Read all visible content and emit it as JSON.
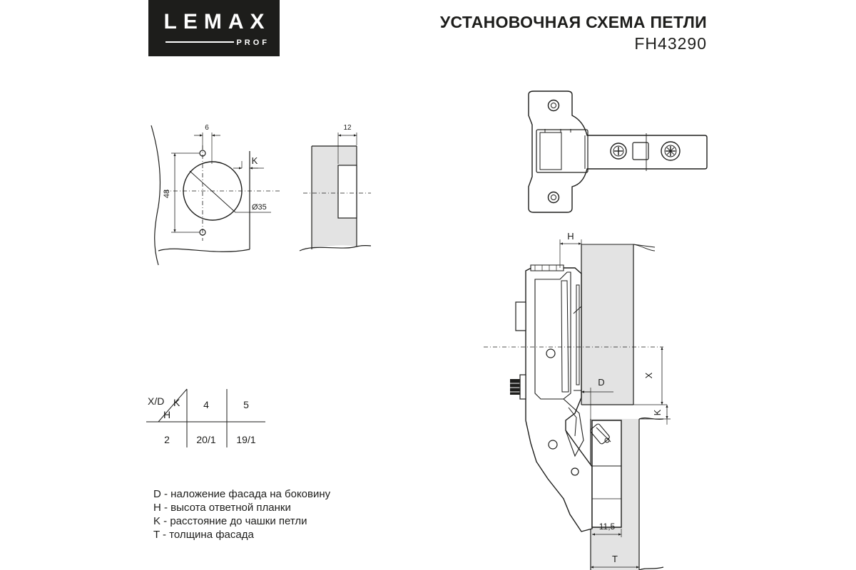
{
  "logo": {
    "main": "LEMAX",
    "sub": "PROF"
  },
  "header": {
    "title": "УСТАНОВОЧНАЯ СХЕМА ПЕТЛИ",
    "model": "FH43290"
  },
  "dimensions": {
    "hole_spacing_label": "6",
    "side_thickness_label": "12",
    "k_top": "K",
    "height_label": "48",
    "cup_diameter": "Ø35",
    "h_label": "H",
    "d_label": "D",
    "x_label": "X",
    "k_side": "K",
    "cup_depth": "11,5",
    "t_label": "T"
  },
  "table": {
    "corner_x_d": "X/D",
    "corner_k": "K",
    "corner_h": "H",
    "columns": [
      "4",
      "5"
    ],
    "rows": [
      {
        "h": "2",
        "values": [
          "20/1",
          "19/1"
        ]
      }
    ]
  },
  "legend": [
    "D - наложение фасада на боковину",
    "H - высота ответной планки",
    "K - расстояние до чашки петли",
    "T - толщина фасада"
  ]
}
